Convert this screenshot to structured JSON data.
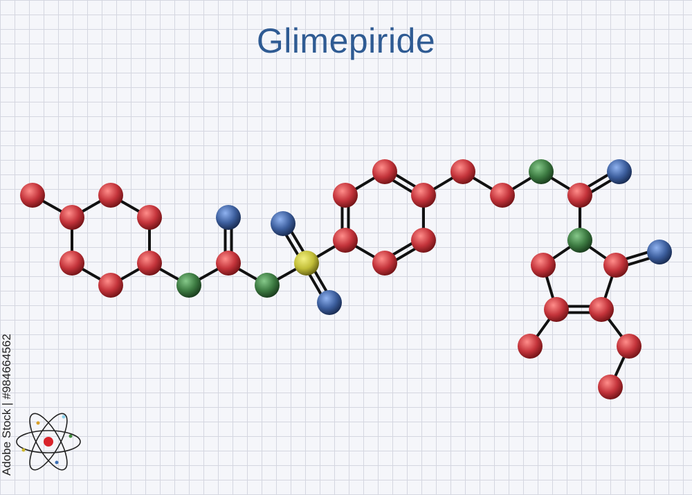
{
  "title": "Glimepiride",
  "stock_id": "Adobe Stock | #984664562",
  "icons": {
    "logo": "atom-icon"
  },
  "colors": {
    "carbon": "#c8333a",
    "nitrogen": "#3c5a95",
    "oxygen": "#3c7a40",
    "sulfur": "#c6c23c",
    "bond": "#111111",
    "title": "#2f5b93"
  },
  "atom_types": {
    "carbon": [
      "#ff8d8a",
      "#c4343b",
      "#6a1013"
    ],
    "nitrogen": [
      "#8fb2f0",
      "#3d5f9e",
      "#15264a"
    ],
    "oxygen": [
      "#86c98a",
      "#3d7b42",
      "#163619"
    ],
    "sulfur": [
      "#f2f080",
      "#c2be38",
      "#5e5a10"
    ]
  },
  "molecule": {
    "atoms": [
      {
        "id": "a1",
        "el": "carbon"
      },
      {
        "id": "a2",
        "el": "carbon"
      },
      {
        "id": "a3",
        "el": "carbon"
      },
      {
        "id": "a4",
        "el": "carbon"
      },
      {
        "id": "a5",
        "el": "carbon"
      },
      {
        "id": "a6",
        "el": "carbon"
      },
      {
        "id": "a7",
        "el": "carbon"
      },
      {
        "id": "a8",
        "el": "oxygen"
      },
      {
        "id": "a9",
        "el": "carbon"
      },
      {
        "id": "a10",
        "el": "nitrogen"
      },
      {
        "id": "a11",
        "el": "oxygen"
      },
      {
        "id": "a12",
        "el": "sulfur"
      },
      {
        "id": "a13",
        "el": "nitrogen"
      },
      {
        "id": "a14",
        "el": "nitrogen"
      },
      {
        "id": "a15",
        "el": "carbon"
      },
      {
        "id": "a16",
        "el": "carbon"
      },
      {
        "id": "a17",
        "el": "carbon"
      },
      {
        "id": "a18",
        "el": "carbon"
      },
      {
        "id": "a19",
        "el": "carbon"
      },
      {
        "id": "a20",
        "el": "carbon"
      },
      {
        "id": "a21",
        "el": "carbon"
      },
      {
        "id": "a22",
        "el": "carbon"
      },
      {
        "id": "a23",
        "el": "oxygen"
      },
      {
        "id": "a24",
        "el": "carbon"
      },
      {
        "id": "a25",
        "el": "nitrogen"
      },
      {
        "id": "a26",
        "el": "oxygen"
      },
      {
        "id": "a27",
        "el": "carbon"
      },
      {
        "id": "a28",
        "el": "nitrogen"
      },
      {
        "id": "a29",
        "el": "carbon"
      },
      {
        "id": "a30",
        "el": "carbon"
      },
      {
        "id": "a31",
        "el": "carbon"
      },
      {
        "id": "a32",
        "el": "carbon"
      },
      {
        "id": "a33",
        "el": "carbon"
      },
      {
        "id": "a34",
        "el": "carbon"
      }
    ],
    "bonds": [
      [
        "a1",
        "a2",
        1
      ],
      [
        "a2",
        "a3",
        1
      ],
      [
        "a3",
        "a4",
        1
      ],
      [
        "a4",
        "a5",
        1
      ],
      [
        "a5",
        "a6",
        1
      ],
      [
        "a6",
        "a7",
        1
      ],
      [
        "a7",
        "a2",
        1
      ],
      [
        "a5",
        "a8",
        1
      ],
      [
        "a8",
        "a9",
        1
      ],
      [
        "a9",
        "a10",
        2
      ],
      [
        "a9",
        "a11",
        1
      ],
      [
        "a11",
        "a12",
        1
      ],
      [
        "a12",
        "a13",
        2
      ],
      [
        "a12",
        "a14",
        2
      ],
      [
        "a12",
        "a15",
        1
      ],
      [
        "a15",
        "a16",
        2
      ],
      [
        "a16",
        "a17",
        1
      ],
      [
        "a17",
        "a18",
        2
      ],
      [
        "a18",
        "a19",
        1
      ],
      [
        "a19",
        "a20",
        2
      ],
      [
        "a20",
        "a15",
        1
      ],
      [
        "a18",
        "a21",
        1
      ],
      [
        "a21",
        "a22",
        1
      ],
      [
        "a22",
        "a23",
        1
      ],
      [
        "a23",
        "a24",
        1
      ],
      [
        "a24",
        "a25",
        2
      ],
      [
        "a24",
        "a26",
        1
      ],
      [
        "a26",
        "a27",
        1
      ],
      [
        "a27",
        "a28",
        2
      ],
      [
        "a27",
        "a29",
        1
      ],
      [
        "a29",
        "a30",
        2
      ],
      [
        "a30",
        "a31",
        1
      ],
      [
        "a31",
        "a26",
        1
      ],
      [
        "a29",
        "a32",
        1
      ],
      [
        "a32",
        "a33",
        1
      ],
      [
        "a30",
        "a34",
        1
      ]
    ]
  }
}
